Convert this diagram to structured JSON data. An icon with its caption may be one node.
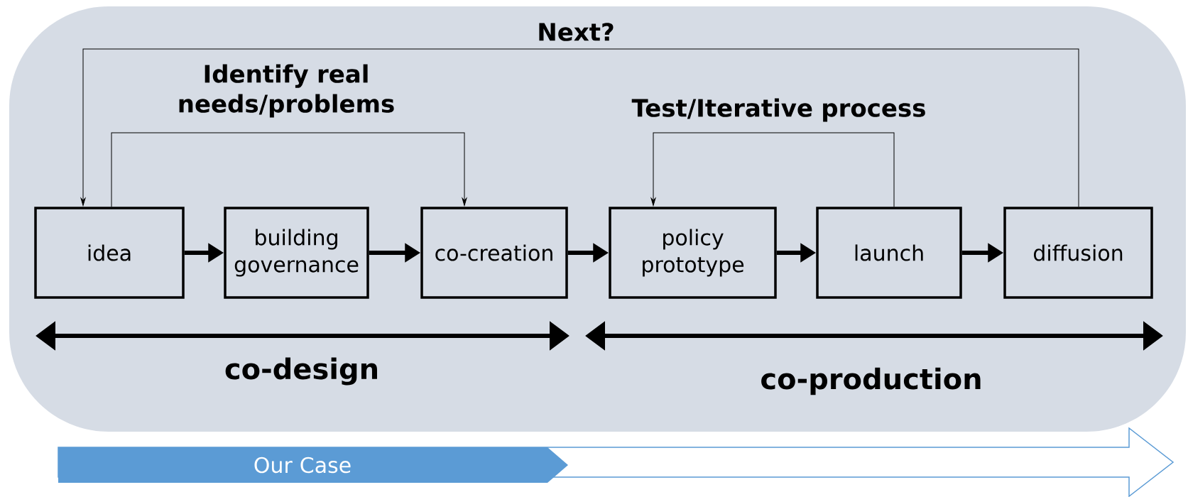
{
  "diagram": {
    "nodes": [
      {
        "text": [
          "idea"
        ]
      },
      {
        "text": [
          "building governance"
        ]
      },
      {
        "text": [
          "co-creation"
        ]
      },
      {
        "text": [
          "policy prototype"
        ]
      },
      {
        "text": [
          "launch"
        ]
      },
      {
        "text": [
          "diffusion"
        ]
      },
      {
        "text": [
          "Our Case"
        ]
      }
    ],
    "edges": [
      {
        "from": 0,
        "to": 1,
        "arrow": "to"
      },
      {
        "from": 1,
        "to": 2,
        "arrow": "to"
      },
      {
        "from": 2,
        "to": 3,
        "arrow": "to"
      },
      {
        "from": 3,
        "to": 4,
        "arrow": "to"
      },
      {
        "from": 4,
        "to": 5,
        "arrow": "to"
      },
      {
        "from": 0,
        "to": 2,
        "arrow": "to",
        "label": "Identify real needs/problems"
      },
      {
        "from": 4,
        "to": 3,
        "arrow": "to",
        "label": "Test/Iterative process"
      },
      {
        "from": 5,
        "to": 0,
        "arrow": "to",
        "label": "Next?"
      }
    ],
    "labels": [
      "co-design",
      "co-production"
    ]
  }
}
